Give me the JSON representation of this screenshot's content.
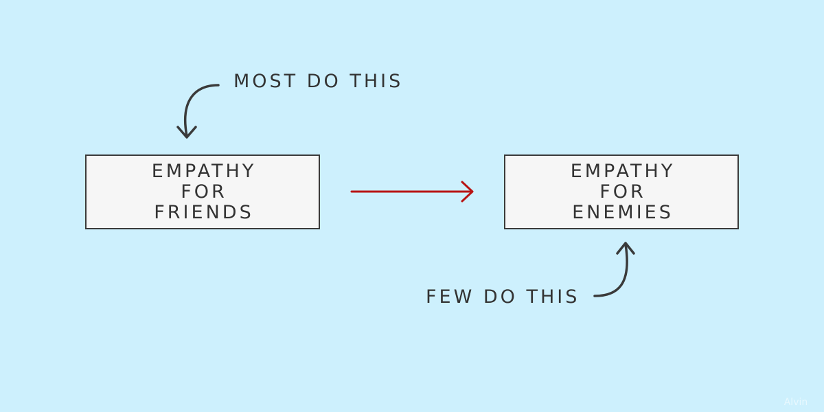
{
  "diagram": {
    "background_color": "#cdf0fd",
    "box_fill": "#f6f6f6",
    "text_color": "#333333",
    "arrow_color": "#b81414",
    "curve_color": "#3a3a3a",
    "left_box": {
      "lines": [
        "EMPATHY",
        "FOR",
        "FRIENDS"
      ]
    },
    "right_box": {
      "lines": [
        "EMPATHY",
        "FOR",
        "ENEMIES"
      ]
    },
    "top_caption": "MOST DO THIS",
    "bottom_caption": "FEW DO THIS",
    "connector": {
      "from": "left_box",
      "to": "right_box",
      "style": "arrow"
    }
  },
  "watermark": {
    "text": "Alvin"
  }
}
